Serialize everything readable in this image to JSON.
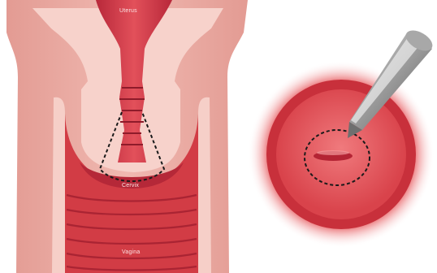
{
  "labels": {
    "uterus": "Uterus",
    "cervix": "Cervix",
    "vagina": "Vagina"
  },
  "colors": {
    "tissue_outer": "#e8a49a",
    "tissue_inner": "#c9403e",
    "cavity_red": "#d43e45",
    "dashed_outline": "#1a1a1a",
    "instrument": "#8f8f8f"
  },
  "icons": {
    "instrument": "biopsy-probe-icon"
  }
}
